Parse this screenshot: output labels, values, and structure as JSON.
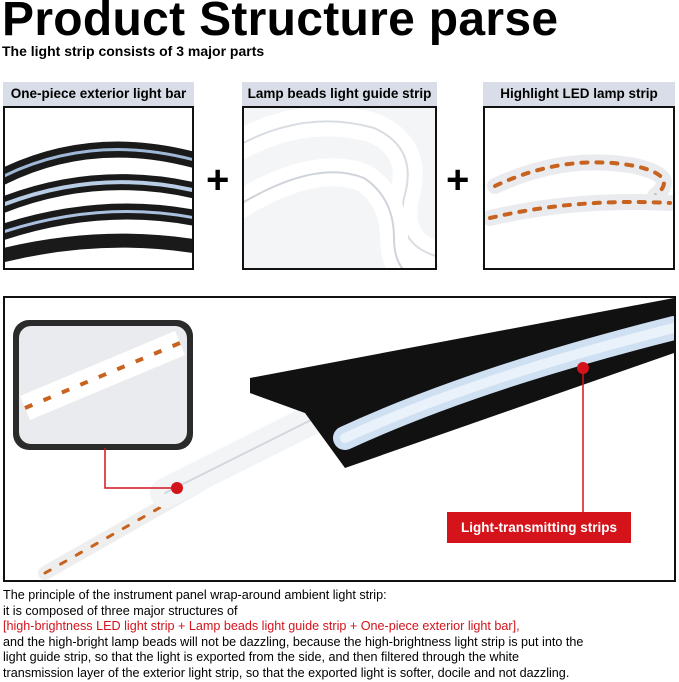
{
  "header": {
    "title": "Product Structure parse",
    "subtitle": "The light strip consists of 3 major parts"
  },
  "parts": [
    {
      "label": "One-piece exterior light bar"
    },
    {
      "label": "Lamp beads light guide strip"
    },
    {
      "label": "Highlight LED lamp strip"
    }
  ],
  "plus_sign": "+",
  "callout": {
    "label": "Light-transmitting strips"
  },
  "description": {
    "line1": "The principle of the instrument panel wrap-around ambient light strip:",
    "line2": "it is composed of three major structures of",
    "line3_red": "[high-brightness LED light strip + Lamp beads light guide strip + One-piece exterior light bar],",
    "line4": "and the high-bright lamp beads will not be dazzling, because the high-brightness light strip is put into the",
    "line5": "light guide strip, so that the light is exported from the side, and then filtered through the white",
    "line6": "transmission layer of the exterior light strip, so that the exported light is softer, docile and not dazzling."
  },
  "colors": {
    "accent_red": "#d4131b",
    "label_bg": "#d8dde7",
    "strip_black": "#111111",
    "led_orange": "#c7631e"
  }
}
